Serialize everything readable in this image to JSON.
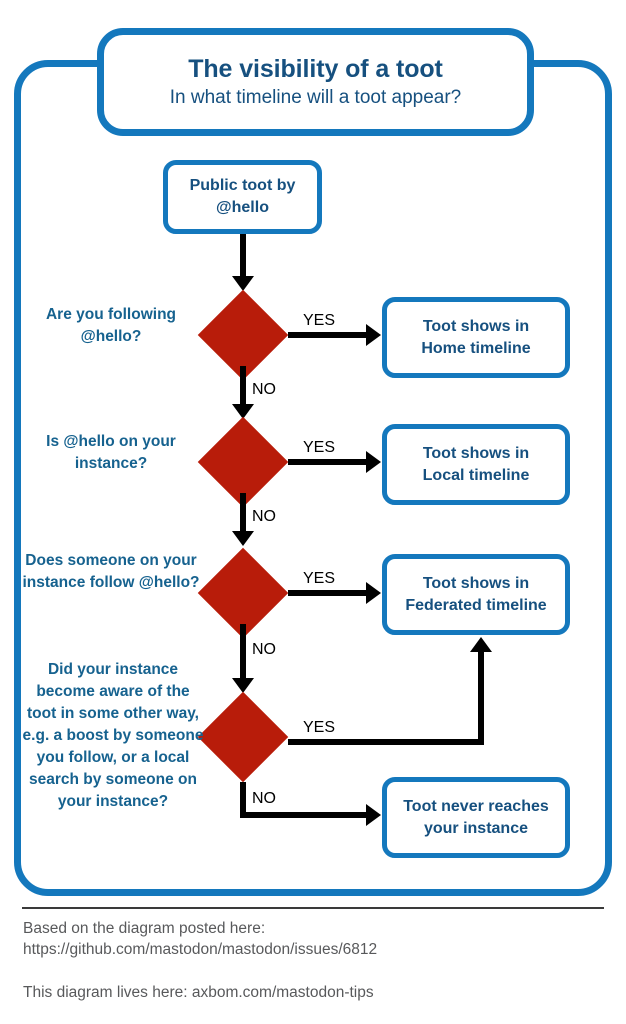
{
  "title": {
    "main": "The visibility of a toot",
    "sub": "In what timeline will a toot appear?"
  },
  "start_node": {
    "line1": "Public toot by",
    "line2": "@hello"
  },
  "decisions": [
    {
      "id": "following",
      "question_lines": [
        "Are you following",
        "@hello?"
      ],
      "yes_label": "YES",
      "no_label": "NO"
    },
    {
      "id": "same-instance",
      "question_lines": [
        "Is @hello on your",
        "instance?"
      ],
      "yes_label": "YES",
      "no_label": "NO"
    },
    {
      "id": "someone-follows",
      "question_lines": [
        "Does someone on",
        "your instance",
        "follow @hello?"
      ],
      "yes_label": "YES",
      "no_label": "NO"
    },
    {
      "id": "other-way",
      "question_lines": [
        "Did your instance",
        "become aware of",
        "the toot in some",
        "other way, e.g. a",
        "boost by someone",
        "you follow, or a local",
        "search by someone",
        "on your instance?"
      ],
      "yes_label": "YES",
      "no_label": "NO"
    }
  ],
  "outcomes": [
    {
      "id": "home",
      "line1": "Toot shows in",
      "line2": "Home timeline"
    },
    {
      "id": "local",
      "line1": "Toot shows in",
      "line2": "Local timeline"
    },
    {
      "id": "federated",
      "line1": "Toot shows in",
      "line2": "Federated timeline"
    },
    {
      "id": "never",
      "line1": "Toot never reaches",
      "line2": "your instance"
    }
  ],
  "footer": {
    "line1": "Based on the diagram posted here:",
    "line2": "https://github.com/mastodon/mastodon/issues/6812",
    "line3": "This diagram lives here: axbom.com/mastodon-tips"
  },
  "colors": {
    "border_blue": "#1478bd",
    "text_blue": "#16507f",
    "label_blue": "#16628f",
    "diamond_red": "#b81c0a",
    "edge_black": "#000000",
    "footer_gray": "#58595b"
  }
}
